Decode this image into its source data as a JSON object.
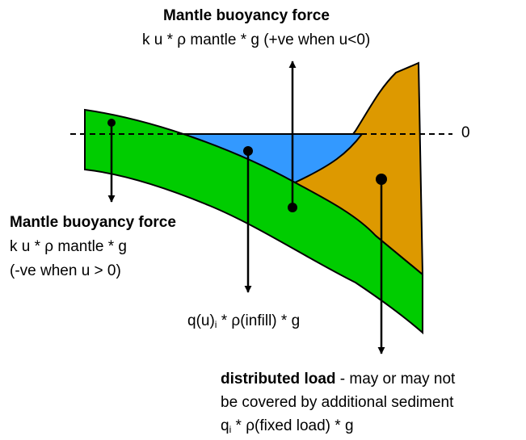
{
  "top_label": {
    "title": "Mantle buoyancy force",
    "formula": "k u * ρ mantle * g (+ve when u<0)"
  },
  "left_label": {
    "title": "Mantle buoyancy force",
    "formula": "k u * ρ mantle * g",
    "note": "(-ve when u > 0)"
  },
  "zero_label": "0",
  "infill_label": {
    "prefix": "q(u)",
    "sub": "i",
    "suffix": " * ρ(infill) * g"
  },
  "load_label": {
    "bold": "distributed load",
    "rest": " - may or may not",
    "line2": "be covered by additional sediment",
    "line3_prefix": "q",
    "line3_sub": "i",
    "line3_suffix": " * ρ(fixed load) * g"
  },
  "colors": {
    "plate": "#00cc00",
    "water_infill": "#3399ff",
    "fixed_load": "#dd9900",
    "outline": "#000000"
  }
}
